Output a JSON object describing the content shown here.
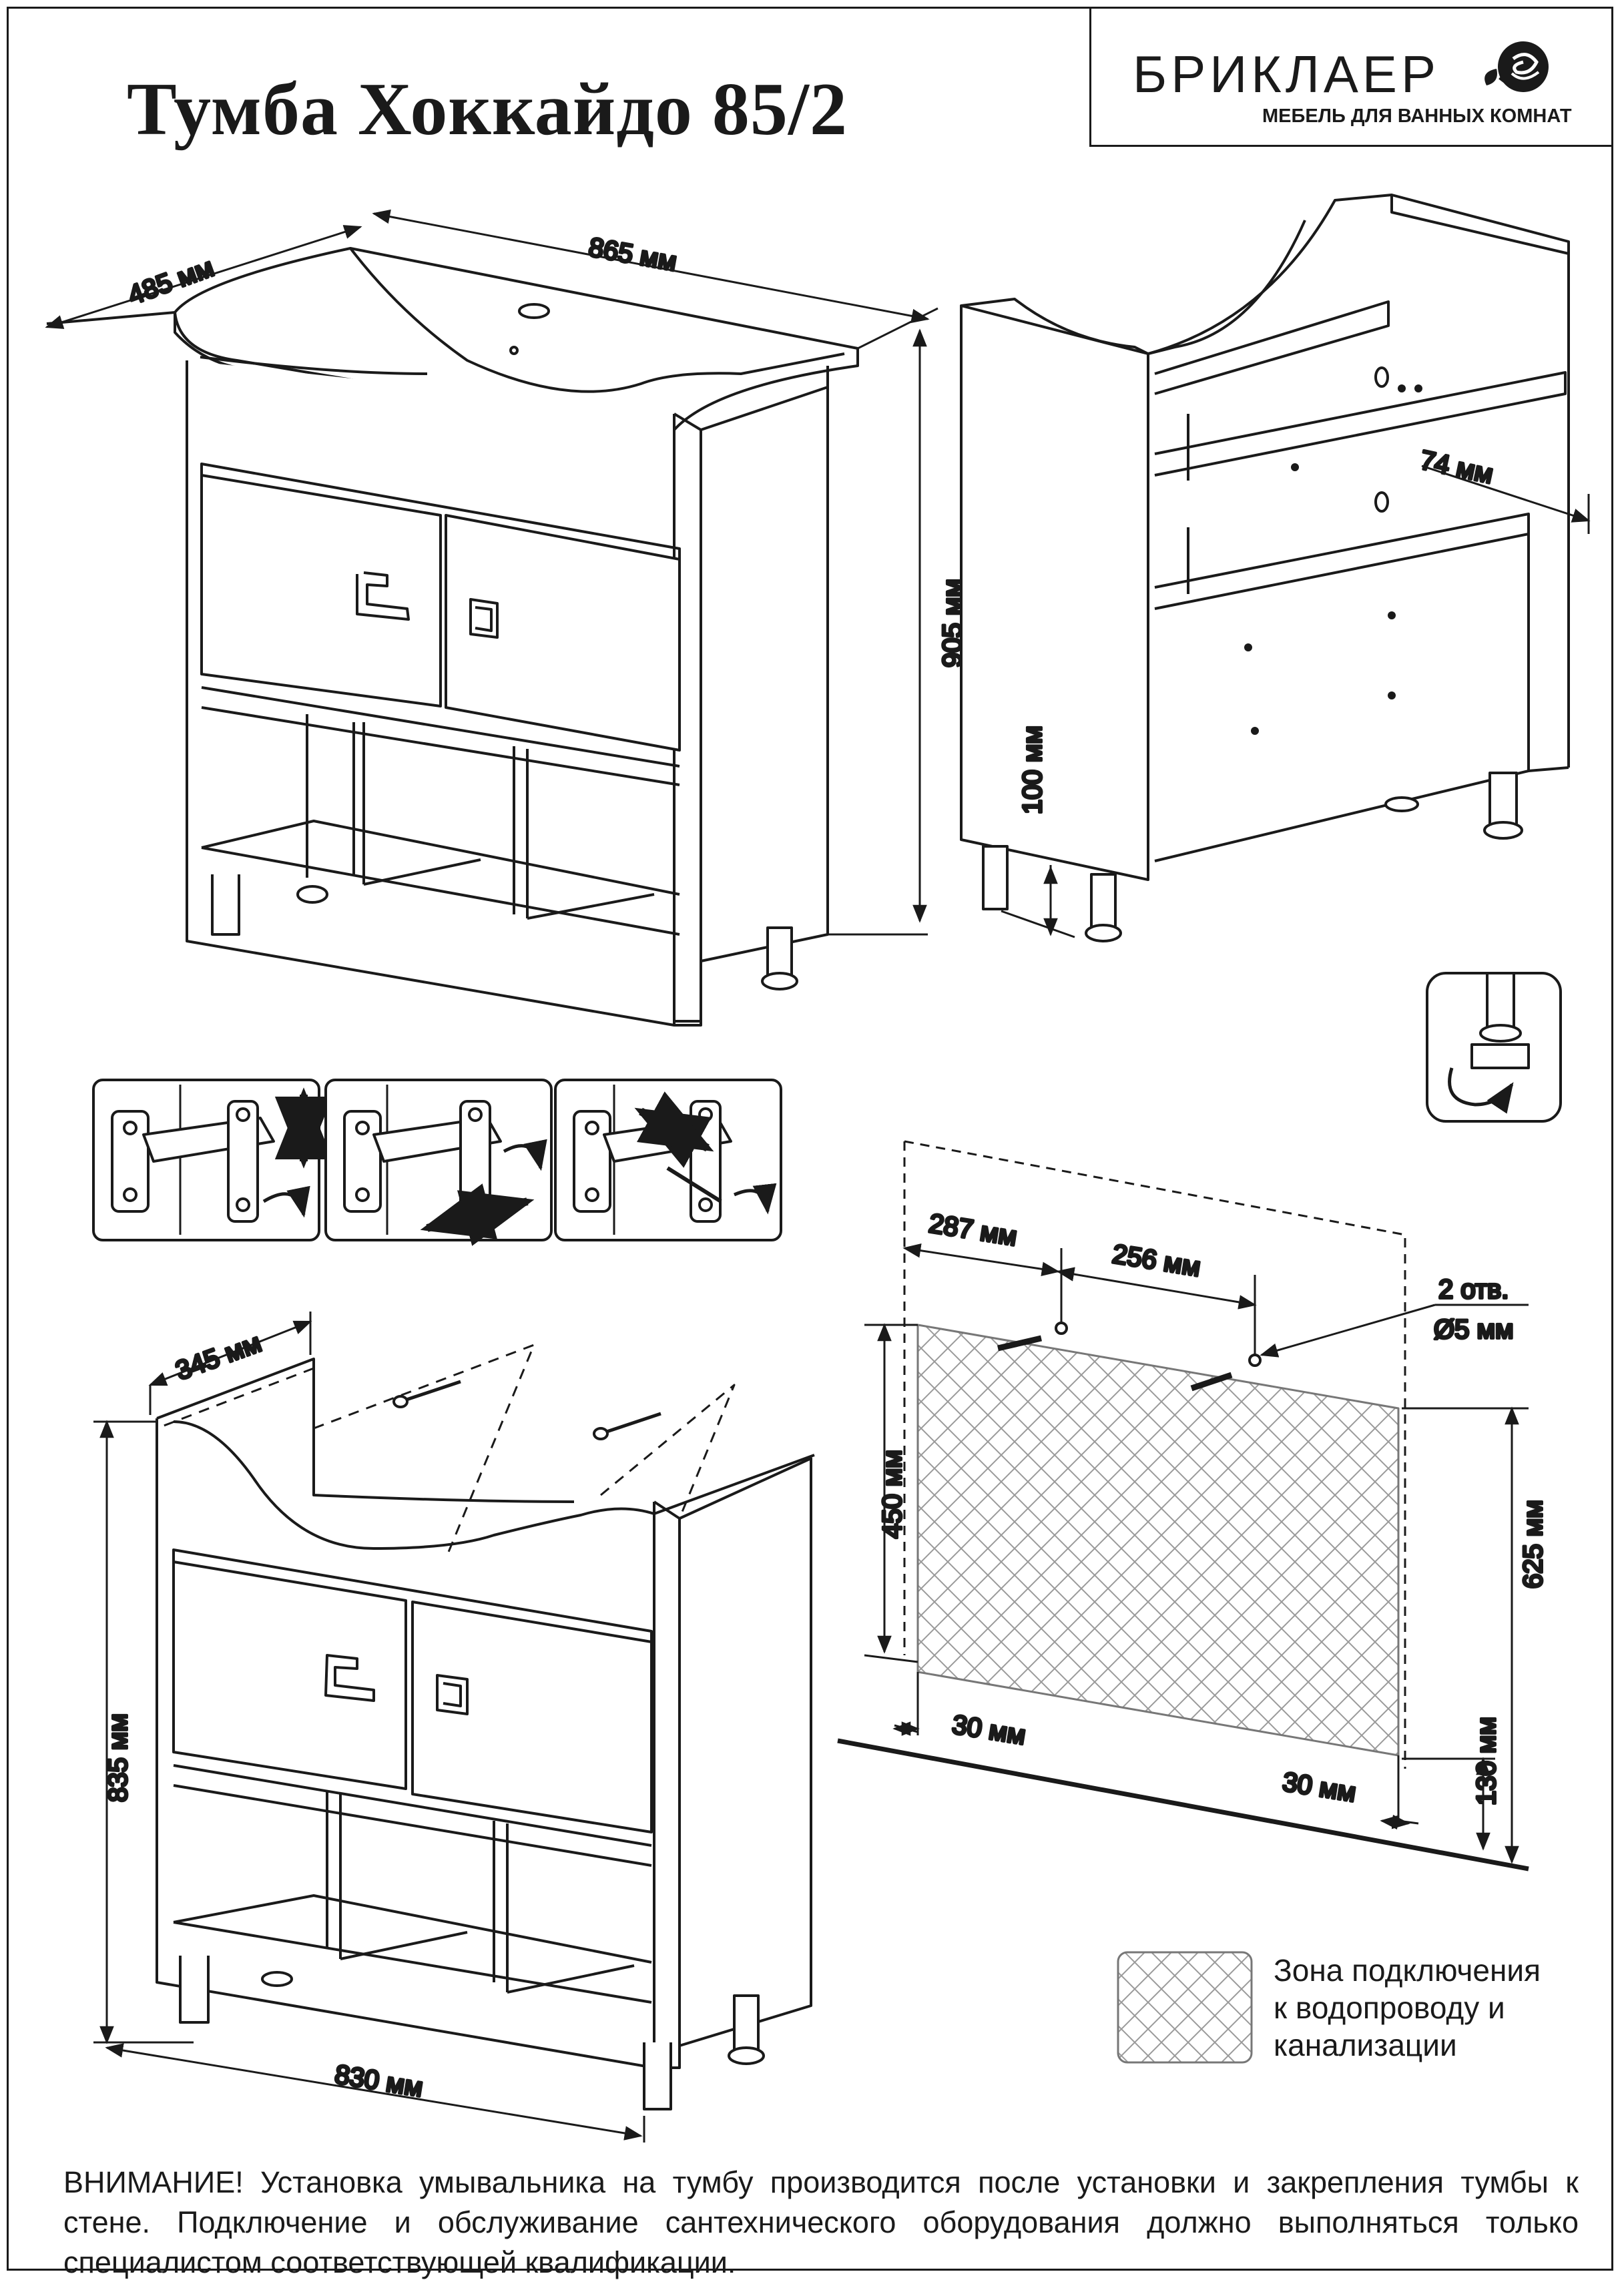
{
  "title": "Тумба Хоккайдо 85/2",
  "brand": {
    "name": "БРИКЛАЕР",
    "tagline": "МЕБЕЛЬ ДЛЯ ВАННЫХ КОМНАТ",
    "logo_icon": "rose-icon"
  },
  "dimensions": {
    "depth_top": "485 мм",
    "width_top": "865 мм",
    "height_total": "905 мм",
    "rail_offset": "74 мм",
    "leg_height": "100 мм",
    "depth_bottom": "345 мм",
    "width_bottom": "830 мм",
    "height_bottom": "835 мм",
    "hole_left": "287 мм",
    "hole_spacing": "256 мм",
    "holes_count": "2 отв.",
    "hole_diameter": "Ø5 мм",
    "zone_height": "450 мм",
    "hole_height": "625 мм",
    "zone_bottom": "130 мм",
    "zone_left_margin": "30 мм",
    "zone_right_margin": "30 мм"
  },
  "icons": [
    "hinge-vertical-adjust-icon",
    "hinge-horizontal-adjust-icon",
    "hinge-depth-adjust-icon",
    "leg-height-adjust-icon",
    "screw-icon"
  ],
  "legend": {
    "line1": "Зона подключения",
    "line2": "к водопроводу и",
    "line3": "канализации"
  },
  "warning": "ВНИМАНИЕ! Установка умывальника на тумбу производится после установки и закрепления тумбы к стене. Подключение и обслуживание сантехнического оборудования должно выполняться только специалистом соответствующей квалификации."
}
